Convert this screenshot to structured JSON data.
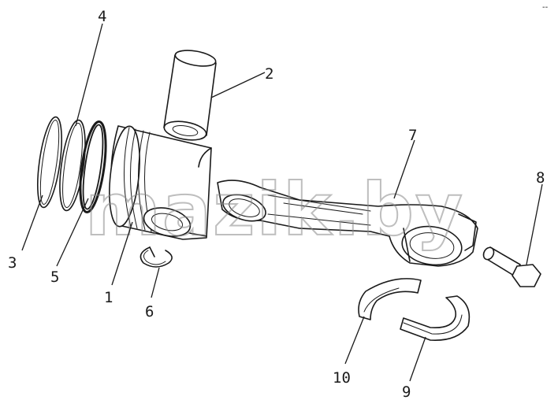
{
  "diagram": {
    "watermark": "mazik.by",
    "corner_mark": "--",
    "callouts": [
      {
        "id": "c1",
        "label": "1"
      },
      {
        "id": "c2",
        "label": "2"
      },
      {
        "id": "c3",
        "label": "3"
      },
      {
        "id": "c4",
        "label": "4"
      },
      {
        "id": "c5",
        "label": "5"
      },
      {
        "id": "c6",
        "label": "6"
      },
      {
        "id": "c7",
        "label": "7"
      },
      {
        "id": "c8",
        "label": "8"
      },
      {
        "id": "c9",
        "label": "9"
      },
      {
        "id": "c10",
        "label": "10"
      }
    ],
    "colors": {
      "line": "#1a1a1a",
      "watermark": "#8a8a8a",
      "background": "#ffffff"
    }
  }
}
